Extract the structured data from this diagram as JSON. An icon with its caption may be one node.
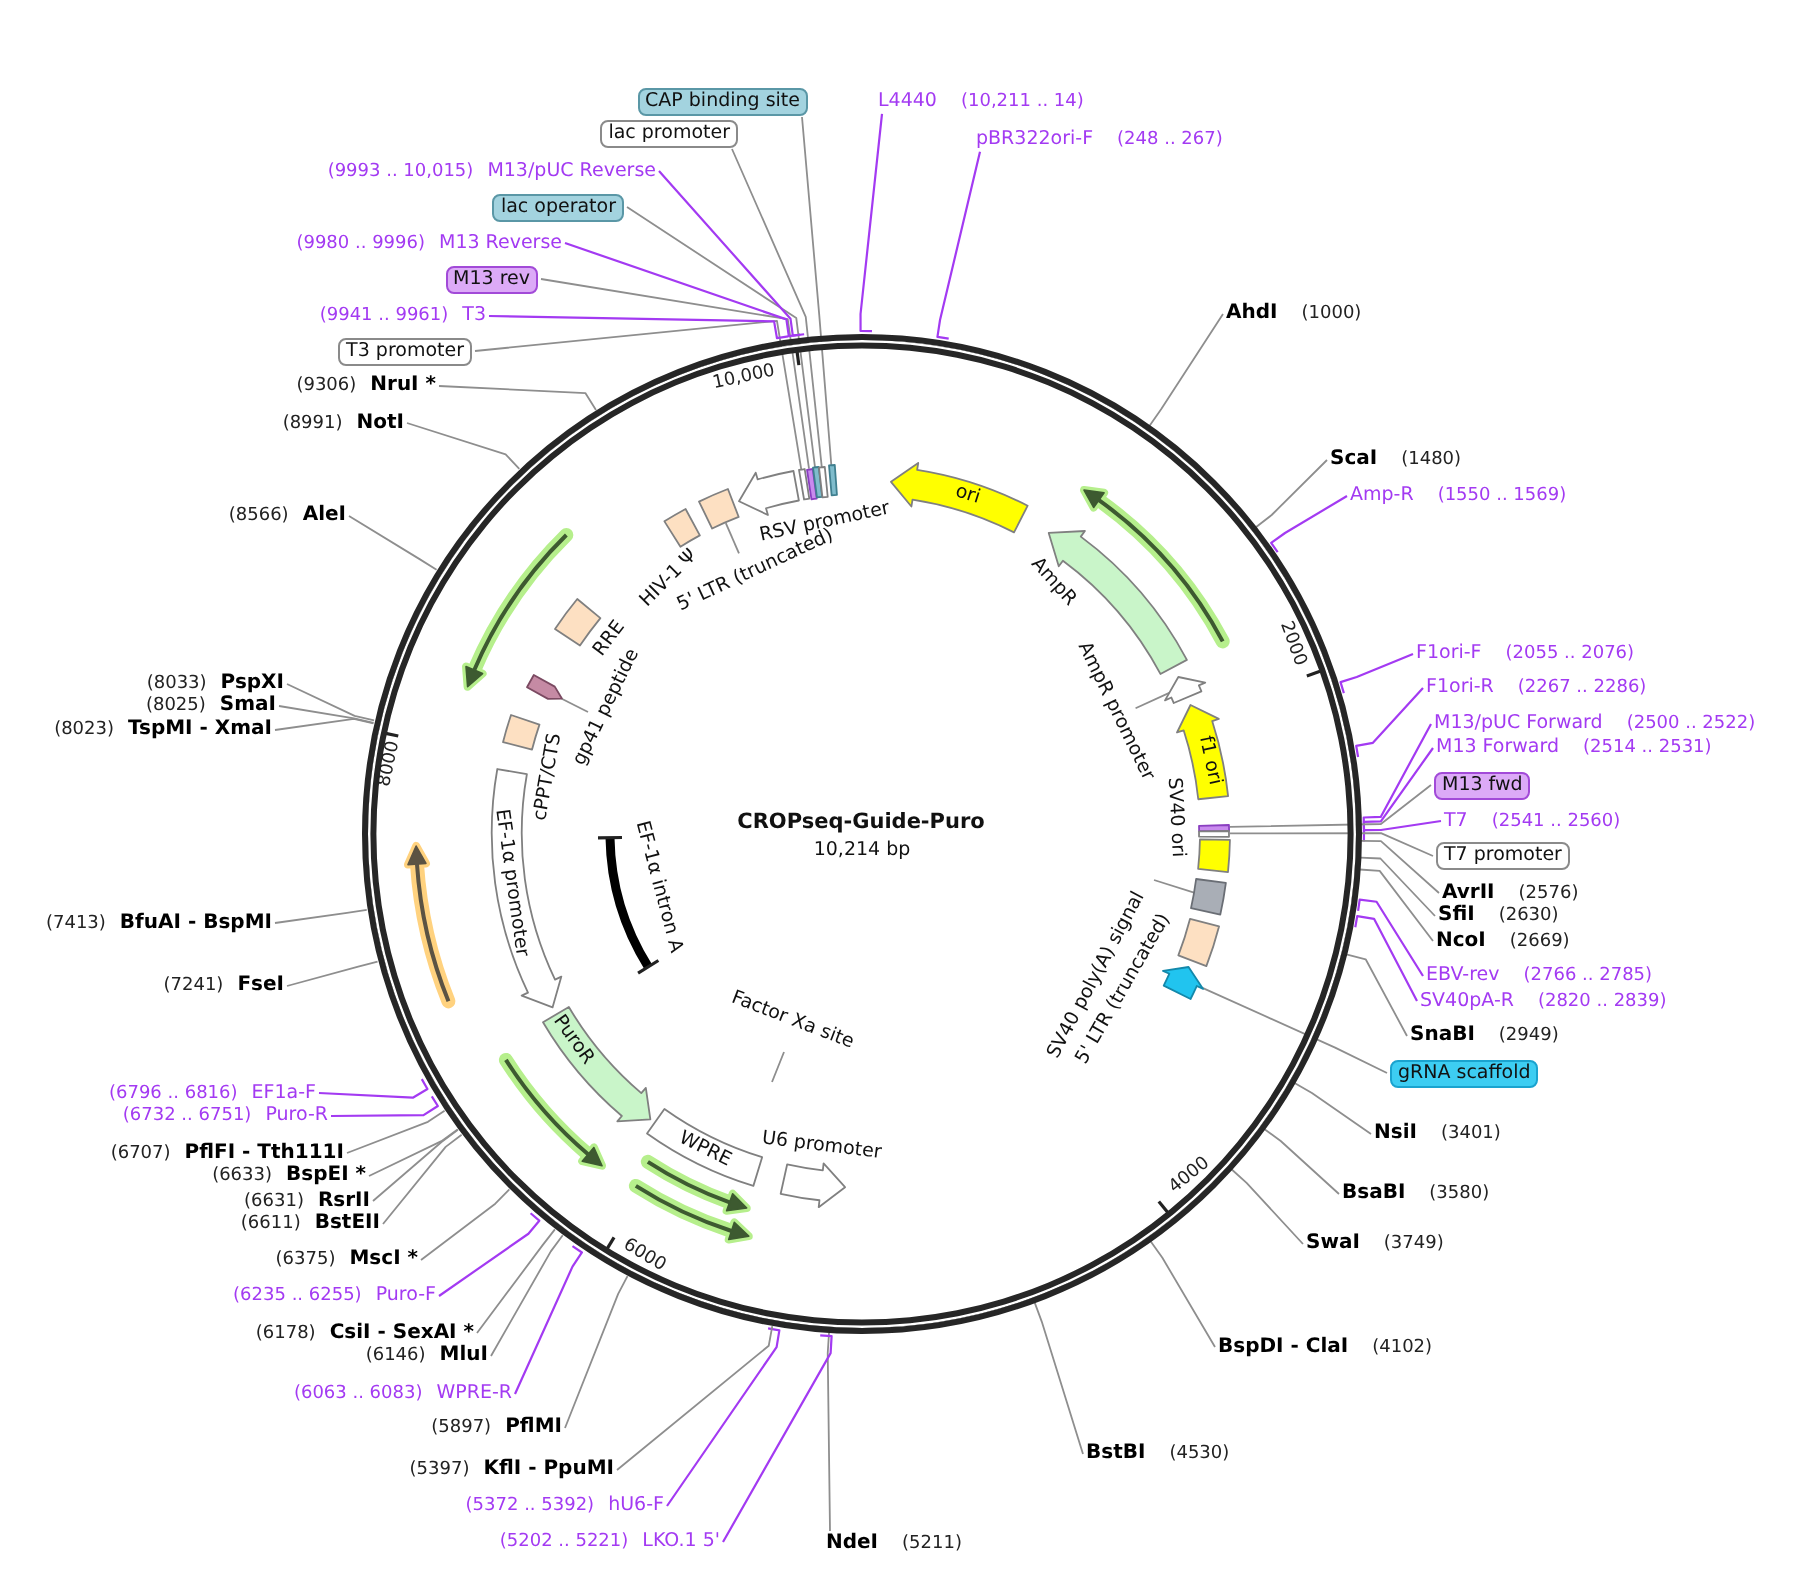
{
  "diagram": {
    "nodes": [
      {
        "text": [
          "CROPseq-Guide-Puro",
          "10,214 bp"
        ]
      },
      {
        "text": [],
        "shape": "bar",
        "in": 0
      },
      {
        "text": [],
        "shape": "bar",
        "in": 0
      },
      {
        "text": [],
        "shape": "bar",
        "in": 0
      },
      {
        "text": [],
        "shape": "bar",
        "in": 0
      },
      {
        "text": [],
        "shape": "bar",
        "in": 0
      },
      {
        "text": [
          "ori"
        ],
        "in": 0
      },
      {
        "text": [
          "AmpR"
        ],
        "in": 0
      },
      {
        "text": [],
        "shape": "arrow",
        "in": 0
      },
      {
        "text": [],
        "shape": "arrow",
        "in": 0
      },
      {
        "text": [
          "AmpR promoter"
        ],
        "in": 0
      },
      {
        "text": [
          "f1 ori"
        ],
        "in": 0
      },
      {
        "text": [],
        "shape": "bar",
        "in": 0
      },
      {
        "text": [],
        "shape": "bar",
        "in": 0
      },
      {
        "text": [
          "SV40 ori"
        ],
        "in": 0
      },
      {
        "text": [],
        "shape": "box",
        "in": 0
      },
      {
        "text": [
          "SV40 poly(A) signal"
        ],
        "in": 0
      },
      {
        "text": [
          "5' LTR (truncated)"
        ],
        "in": 0
      },
      {
        "text": [],
        "shape": "arrow",
        "in": 0
      },
      {
        "text": [
          "U6 promoter"
        ],
        "in": 0
      },
      {
        "text": [
          "WPRE"
        ],
        "in": 0
      },
      {
        "text": [],
        "shape": "arrow",
        "in": 0
      },
      {
        "text": [],
        "shape": "arrow",
        "in": 0
      },
      {
        "text": [
          "Factor Xa site"
        ],
        "in": 0
      },
      {
        "text": [
          "PuroR"
        ],
        "in": 0
      },
      {
        "text": [],
        "shape": "arrow",
        "in": 0
      },
      {
        "text": [
          "EF-1α promoter"
        ],
        "in": 0
      },
      {
        "text": [
          "EF-1α intron A"
        ],
        "in": 0
      },
      {
        "text": [],
        "shape": "arrow",
        "in": 0
      },
      {
        "text": [
          "cPPT/CTS"
        ],
        "in": 0
      },
      {
        "text": [],
        "shape": "arrow",
        "in": 0
      },
      {
        "text": [
          "gp41 peptide"
        ],
        "in": 0
      },
      {
        "text": [
          "RRE"
        ],
        "in": 0
      },
      {
        "text": [],
        "shape": "arrow",
        "in": 0
      },
      {
        "text": [
          "HIV-1 Ψ"
        ],
        "in": 0
      },
      {
        "text": [],
        "shape": "box",
        "in": 0
      },
      {
        "text": [
          "5' LTR (truncated)"
        ],
        "in": 0
      },
      {
        "text": [
          "RSV promoter"
        ],
        "in": 0
      },
      {
        "text": [
          "L4440",
          "(10,211 .. 14)"
        ]
      },
      {
        "text": [
          "pBR322ori-F",
          "(248 .. 267)"
        ]
      },
      {
        "text": [
          "AhdI",
          "(1000)"
        ]
      },
      {
        "text": [
          "ScaI",
          "(1480)"
        ]
      },
      {
        "text": [
          "Amp-R",
          "(1550 .. 1569)"
        ]
      },
      {
        "text": [
          "F1ori-F",
          "(2055 .. 2076)"
        ]
      },
      {
        "text": [
          "F1ori-R",
          "(2267 .. 2286)"
        ]
      },
      {
        "text": [
          "M13/pUC Forward",
          "(2500 .. 2522)"
        ]
      },
      {
        "text": [
          "M13 Forward",
          "(2514 .. 2531)"
        ]
      },
      {
        "text": [
          "M13 fwd"
        ]
      },
      {
        "text": [
          "T7",
          "(2541 .. 2560)"
        ]
      },
      {
        "text": [
          "T7 promoter"
        ]
      },
      {
        "text": [
          "AvrII",
          "(2576)"
        ]
      },
      {
        "text": [
          "SfiI",
          "(2630)"
        ]
      },
      {
        "text": [
          "NcoI",
          "(2669)"
        ]
      },
      {
        "text": [
          "EBV-rev",
          "(2766 .. 2785)"
        ]
      },
      {
        "text": [
          "SV40pA-R",
          "(2820 .. 2839)"
        ]
      },
      {
        "text": [
          "SnaBI",
          "(2949)"
        ]
      },
      {
        "text": [
          "gRNA scaffold"
        ]
      },
      {
        "text": [
          "NsiI",
          "(3401)"
        ]
      },
      {
        "text": [
          "BsaBI",
          "(3580)"
        ]
      },
      {
        "text": [
          "SwaI",
          "(3749)"
        ]
      },
      {
        "text": [
          "BspDI - ClaI",
          "(4102)"
        ]
      },
      {
        "text": [
          "BstBI",
          "(4530)"
        ]
      },
      {
        "text": [
          "NdeI",
          "(5211)"
        ]
      },
      {
        "text": [
          "(5202 .. 5221)",
          "LKO.1 5'"
        ]
      },
      {
        "text": [
          "(5372 .. 5392)",
          "hU6-F"
        ]
      },
      {
        "text": [
          "(5397)",
          "KflI - PpuMI"
        ]
      },
      {
        "text": [
          "(5897)",
          "PflMI"
        ]
      },
      {
        "text": [
          "(6063 .. 6083)",
          "WPRE-R"
        ]
      },
      {
        "text": [
          "(6146)",
          "MluI"
        ]
      },
      {
        "text": [
          "(6178)",
          "CsiI - SexAI *"
        ]
      },
      {
        "text": [
          "(6235 .. 6255)",
          "Puro-F"
        ]
      },
      {
        "text": [
          "(6375)",
          "MscI *"
        ]
      },
      {
        "text": [
          "(6611)",
          "BstEII"
        ]
      },
      {
        "text": [
          "(6631)",
          "RsrII"
        ]
      },
      {
        "text": [
          "(6633)",
          "BspEI *"
        ]
      },
      {
        "text": [
          "(6707)",
          "PflFI - Tth111I"
        ]
      },
      {
        "text": [
          "(6732 .. 6751)",
          "Puro-R"
        ]
      },
      {
        "text": [
          "(6796 .. 6816)",
          "EF1a-F"
        ]
      },
      {
        "text": [
          "(7241)",
          "FseI"
        ]
      },
      {
        "text": [
          "(7413)",
          "BfuAI - BspMI"
        ]
      },
      {
        "text": [
          "(8023)",
          "TspMI - XmaI"
        ]
      },
      {
        "text": [
          "(8025)",
          "SmaI"
        ]
      },
      {
        "text": [
          "(8033)",
          "PspXI"
        ]
      },
      {
        "text": [
          "(8566)",
          "AleI"
        ]
      },
      {
        "text": [
          "(8991)",
          "NotI"
        ]
      },
      {
        "text": [
          "(9306)",
          "NruI *"
        ]
      },
      {
        "text": [
          "T3 promoter"
        ]
      },
      {
        "text": [
          "(9941 .. 9961)",
          "T3"
        ]
      },
      {
        "text": [
          "M13 rev"
        ]
      },
      {
        "text": [
          "(9980 .. 9996)",
          "M13 Reverse"
        ]
      },
      {
        "text": [
          "lac operator"
        ]
      },
      {
        "text": [
          "(9993 .. 10,015)",
          "M13/pUC Reverse"
        ]
      },
      {
        "text": [
          "lac promoter"
        ]
      },
      {
        "text": [
          "CAP binding site"
        ]
      }
    ],
    "edges": [
      {
        "from": 10,
        "to": 9,
        "arrow": "none"
      },
      {
        "from": 16,
        "to": 15,
        "arrow": "none"
      },
      {
        "from": 23,
        "to": null,
        "arrow": "none"
      },
      {
        "from": 31,
        "to": 30,
        "arrow": "none"
      },
      {
        "from": 36,
        "to": 35,
        "arrow": "none"
      },
      {
        "from": 38,
        "to": 0,
        "arrow": "none",
        "color": "#a33af2"
      },
      {
        "from": 39,
        "to": 0,
        "arrow": "none",
        "color": "#a33af2"
      },
      {
        "from": 40,
        "to": 0,
        "arrow": "none"
      },
      {
        "from": 41,
        "to": 0,
        "arrow": "none"
      },
      {
        "from": 42,
        "to": 0,
        "arrow": "none",
        "color": "#a33af2"
      },
      {
        "from": 43,
        "to": 0,
        "arrow": "none",
        "color": "#a33af2"
      },
      {
        "from": 44,
        "to": 0,
        "arrow": "none",
        "color": "#a33af2"
      },
      {
        "from": 45,
        "to": 0,
        "arrow": "none",
        "color": "#a33af2"
      },
      {
        "from": 46,
        "to": 0,
        "arrow": "none",
        "color": "#a33af2"
      },
      {
        "from": 47,
        "to": 12,
        "arrow": "none"
      },
      {
        "from": 48,
        "to": 0,
        "arrow": "none",
        "color": "#a33af2"
      },
      {
        "from": 49,
        "to": 13,
        "arrow": "none"
      },
      {
        "from": 50,
        "to": 0,
        "arrow": "none"
      },
      {
        "from": 51,
        "to": 0,
        "arrow": "none"
      },
      {
        "from": 52,
        "to": 0,
        "arrow": "none"
      },
      {
        "from": 53,
        "to": 0,
        "arrow": "none",
        "color": "#a33af2"
      },
      {
        "from": 54,
        "to": 0,
        "arrow": "none",
        "color": "#a33af2"
      },
      {
        "from": 55,
        "to": 0,
        "arrow": "none"
      },
      {
        "from": 56,
        "to": 18,
        "arrow": "none"
      },
      {
        "from": 57,
        "to": 0,
        "arrow": "none"
      },
      {
        "from": 58,
        "to": 0,
        "arrow": "none"
      },
      {
        "from": 59,
        "to": 0,
        "arrow": "none"
      },
      {
        "from": 60,
        "to": 0,
        "arrow": "none"
      },
      {
        "from": 61,
        "to": 0,
        "arrow": "none"
      },
      {
        "from": 62,
        "to": 0,
        "arrow": "none"
      },
      {
        "from": 63,
        "to": 0,
        "arrow": "none",
        "color": "#a33af2"
      },
      {
        "from": 64,
        "to": 0,
        "arrow": "none",
        "color": "#a33af2"
      },
      {
        "from": 65,
        "to": 0,
        "arrow": "none"
      },
      {
        "from": 66,
        "to": 0,
        "arrow": "none"
      },
      {
        "from": 67,
        "to": 0,
        "arrow": "none",
        "color": "#a33af2"
      },
      {
        "from": 68,
        "to": 0,
        "arrow": "none"
      },
      {
        "from": 69,
        "to": 0,
        "arrow": "none"
      },
      {
        "from": 70,
        "to": 0,
        "arrow": "none",
        "color": "#a33af2"
      },
      {
        "from": 71,
        "to": 0,
        "arrow": "none"
      },
      {
        "from": 72,
        "to": 0,
        "arrow": "none"
      },
      {
        "from": 73,
        "to": 0,
        "arrow": "none"
      },
      {
        "from": 74,
        "to": 0,
        "arrow": "none"
      },
      {
        "from": 75,
        "to": 0,
        "arrow": "none"
      },
      {
        "from": 76,
        "to": 0,
        "arrow": "none",
        "color": "#a33af2"
      },
      {
        "from": 77,
        "to": 0,
        "arrow": "none",
        "color": "#a33af2"
      },
      {
        "from": 78,
        "to": 0,
        "arrow": "none"
      },
      {
        "from": 79,
        "to": 0,
        "arrow": "none"
      },
      {
        "from": 80,
        "to": 0,
        "arrow": "none"
      },
      {
        "from": 81,
        "to": 0,
        "arrow": "none"
      },
      {
        "from": 82,
        "to": 0,
        "arrow": "none"
      },
      {
        "from": 83,
        "to": 0,
        "arrow": "none"
      },
      {
        "from": 84,
        "to": 0,
        "arrow": "none"
      },
      {
        "from": 85,
        "to": 0,
        "arrow": "none"
      },
      {
        "from": 86,
        "to": 1,
        "arrow": "none"
      },
      {
        "from": 87,
        "to": 0,
        "arrow": "none",
        "color": "#a33af2"
      },
      {
        "from": 88,
        "to": 2,
        "arrow": "none"
      },
      {
        "from": 89,
        "to": 0,
        "arrow": "none",
        "color": "#a33af2"
      },
      {
        "from": 90,
        "to": 3,
        "arrow": "none"
      },
      {
        "from": 91,
        "to": 0,
        "arrow": "none",
        "color": "#a33af2"
      },
      {
        "from": 92,
        "to": 4,
        "arrow": "none"
      },
      {
        "from": 93,
        "to": 5,
        "arrow": "none"
      }
    ],
    "labels": [
      "10,000",
      "2000",
      "8000",
      "4000",
      "6000"
    ]
  }
}
